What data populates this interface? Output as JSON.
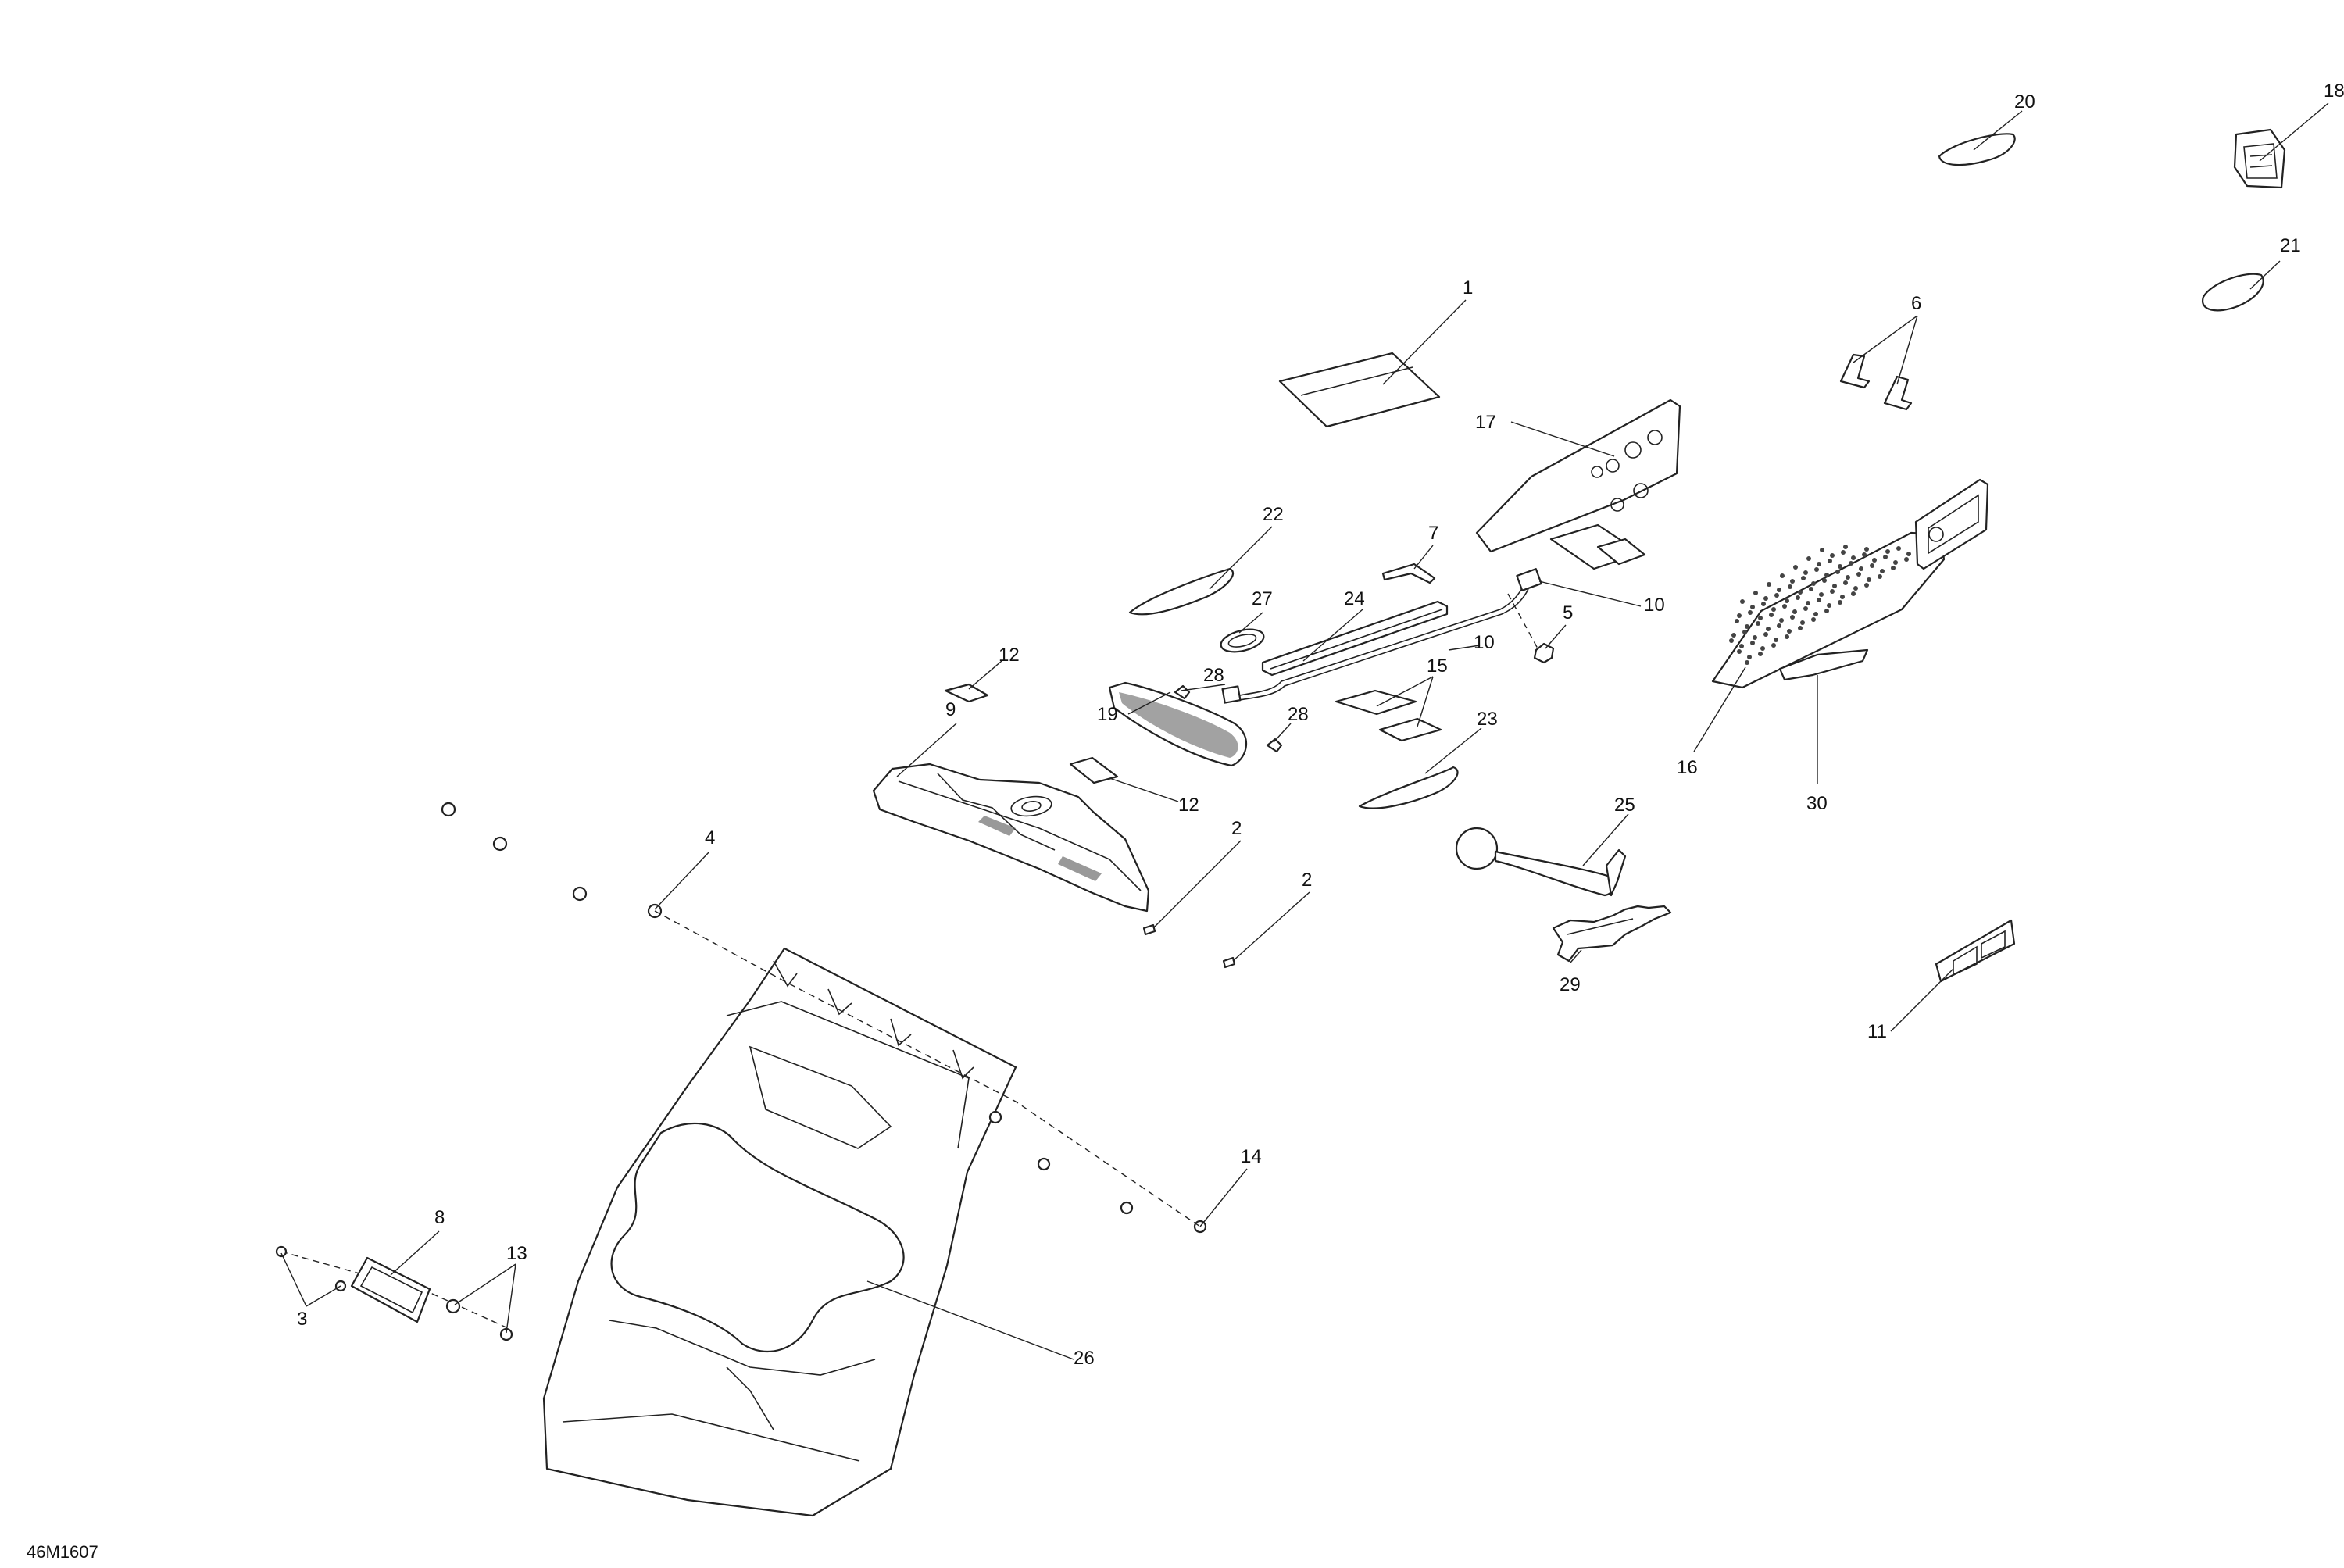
{
  "diagram_code": "46M1607",
  "callouts": [
    {
      "id": "c1",
      "text": "1"
    },
    {
      "id": "c2a",
      "text": "2"
    },
    {
      "id": "c2b",
      "text": "2"
    },
    {
      "id": "c3",
      "text": "3"
    },
    {
      "id": "c4",
      "text": "4"
    },
    {
      "id": "c5",
      "text": "5"
    },
    {
      "id": "c6",
      "text": "6"
    },
    {
      "id": "c7",
      "text": "7"
    },
    {
      "id": "c8",
      "text": "8"
    },
    {
      "id": "c9",
      "text": "9"
    },
    {
      "id": "c10a",
      "text": "10"
    },
    {
      "id": "c10b",
      "text": "10"
    },
    {
      "id": "c11",
      "text": "11"
    },
    {
      "id": "c12a",
      "text": "12"
    },
    {
      "id": "c12b",
      "text": "12"
    },
    {
      "id": "c13",
      "text": "13"
    },
    {
      "id": "c14",
      "text": "14"
    },
    {
      "id": "c15",
      "text": "15"
    },
    {
      "id": "c16",
      "text": "16"
    },
    {
      "id": "c17",
      "text": "17"
    },
    {
      "id": "c18",
      "text": "18"
    },
    {
      "id": "c19",
      "text": "19"
    },
    {
      "id": "c20",
      "text": "20"
    },
    {
      "id": "c21",
      "text": "21"
    },
    {
      "id": "c22",
      "text": "22"
    },
    {
      "id": "c23",
      "text": "23"
    },
    {
      "id": "c24",
      "text": "24"
    },
    {
      "id": "c25",
      "text": "25"
    },
    {
      "id": "c26",
      "text": "26"
    },
    {
      "id": "c27",
      "text": "27"
    },
    {
      "id": "c28a",
      "text": "28"
    },
    {
      "id": "c28b",
      "text": "28"
    },
    {
      "id": "c29",
      "text": "29"
    },
    {
      "id": "c30",
      "text": "30"
    }
  ]
}
